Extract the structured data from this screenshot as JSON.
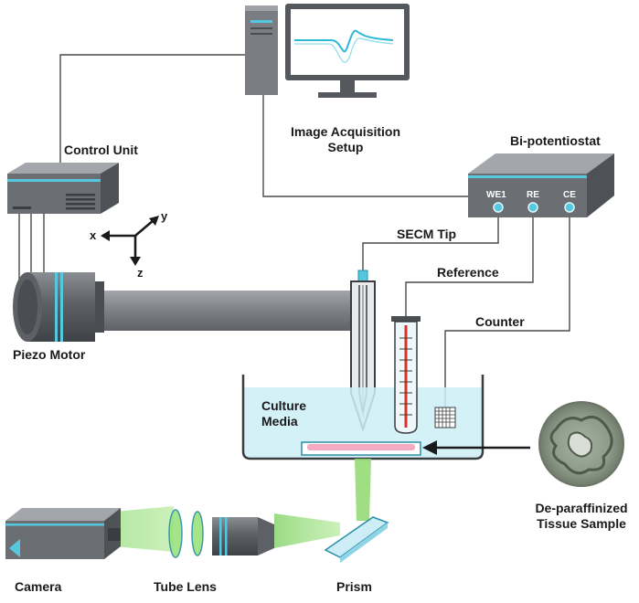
{
  "labels": {
    "image_acquisition": [
      "Image Acquisition",
      "Setup"
    ],
    "control_unit": "Control Unit",
    "bi_potentiostat": "Bi-potentiostat",
    "terminals": {
      "we1": "WE1",
      "re": "RE",
      "ce": "CE"
    },
    "secm_tip": "SECM Tip",
    "reference": "Reference",
    "counter": "Counter",
    "piezo_motor": "Piezo Motor",
    "culture_media": [
      "Culture",
      "Media"
    ],
    "tissue_sample": [
      "De-paraffinized",
      "Tissue Sample"
    ],
    "camera": "Camera",
    "tube_lens": "Tube Lens",
    "prism": "Prism",
    "axes": {
      "x": "x",
      "y": "y",
      "z": "z"
    }
  },
  "colors": {
    "device_body": "#6b6e73",
    "device_top": "#9a9da1",
    "accent": "#55c8e0",
    "wire": "#4a4a4a",
    "media": "#cdeef7",
    "light": "#7ed957",
    "sample": "#f4a9c4",
    "electrode_red": "#d8332a"
  }
}
